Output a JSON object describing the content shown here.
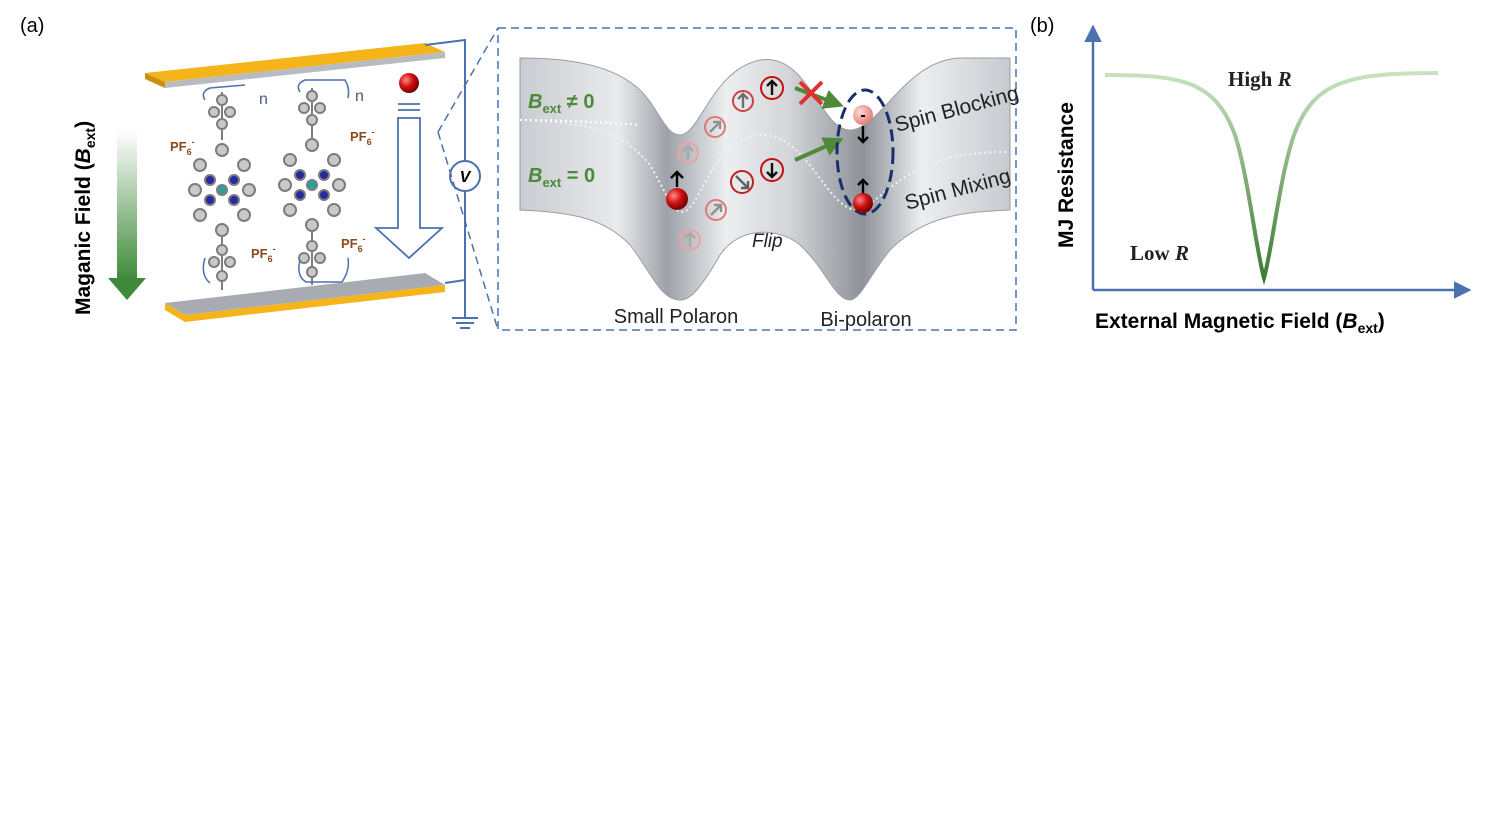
{
  "panel_a": {
    "label": "(a)",
    "axis_label_main": "Maganic Field (",
    "axis_label_B": "B",
    "axis_label_sub": "ext",
    "axis_label_close": ")",
    "repeat_n": "n",
    "counterion": "PF",
    "counterion_sub": "6",
    "counterion_sup": "-",
    "voltmeter": "V",
    "b_field_on_B": "B",
    "b_field_on_sub": "ext",
    "b_field_on_rest": " ≠ 0",
    "b_field_off_B": "B",
    "b_field_off_sub": "ext",
    "b_field_off_rest": " = 0",
    "spin_blocking": "Spin Blocking",
    "spin_mixing": "Spin Mixing",
    "flip": "Flip",
    "small_polaron": "Small Polaron",
    "bi_polaron": "Bi-polaron",
    "bipolaron_charge": "-"
  },
  "panel_b": {
    "label": "(b)",
    "ylabel": "MJ Resistance",
    "xlabel_main": "External Magnetic Field (",
    "xlabel_B": "B",
    "xlabel_sub": "ext",
    "xlabel_close": ")",
    "high_r_prefix": "High ",
    "high_r_var": "R",
    "low_r_prefix": "Low ",
    "low_r_var": "R"
  },
  "colors": {
    "gold": "#f4b41a",
    "axis_blue": "#4a72b0",
    "green_text": "#4a8a3a",
    "red_particle": "#cc1010",
    "dark_blue": "#1a2f6a"
  }
}
